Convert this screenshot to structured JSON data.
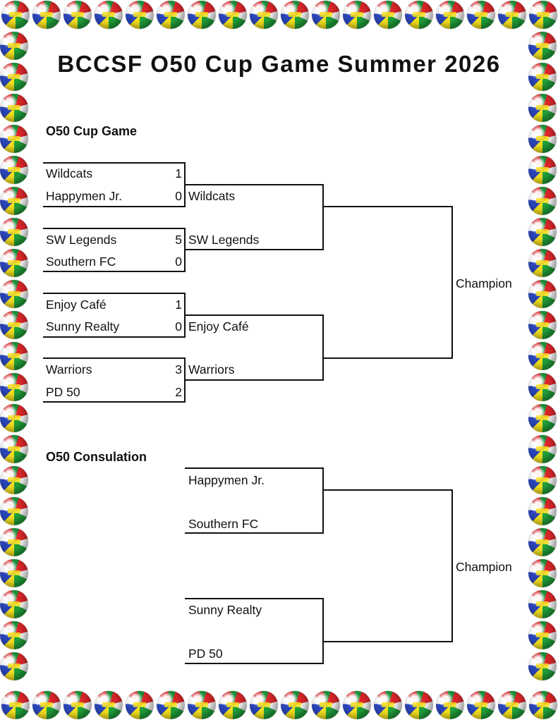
{
  "page": {
    "title": "BCCSF O50 Cup Game Summer 2026",
    "border_icon": "soccer-ball-icon"
  },
  "cup": {
    "heading": "O50 Cup Game",
    "matches": [
      {
        "team1": "Wildcats",
        "score1": "1",
        "team2": "Happymen Jr.",
        "score2": "0",
        "winner": "Wildcats"
      },
      {
        "team1": "SW Legends",
        "score1": "5",
        "team2": "Southern FC",
        "score2": "0",
        "winner": "SW Legends"
      },
      {
        "team1": "Enjoy Café",
        "score1": "1",
        "team2": "Sunny Realty",
        "score2": "0",
        "winner": "Enjoy Café"
      },
      {
        "team1": "Warriors",
        "score1": "3",
        "team2": "PD 50",
        "score2": "2",
        "winner": "Warriors"
      }
    ],
    "final_label": "Champion"
  },
  "consolation": {
    "heading": "O50 Consulation",
    "matches": [
      {
        "team1": "Happymen Jr.",
        "team2": "Southern FC"
      },
      {
        "team1": "Sunny Realty",
        "team2": "PD 50"
      }
    ],
    "final_label": "Champion"
  }
}
